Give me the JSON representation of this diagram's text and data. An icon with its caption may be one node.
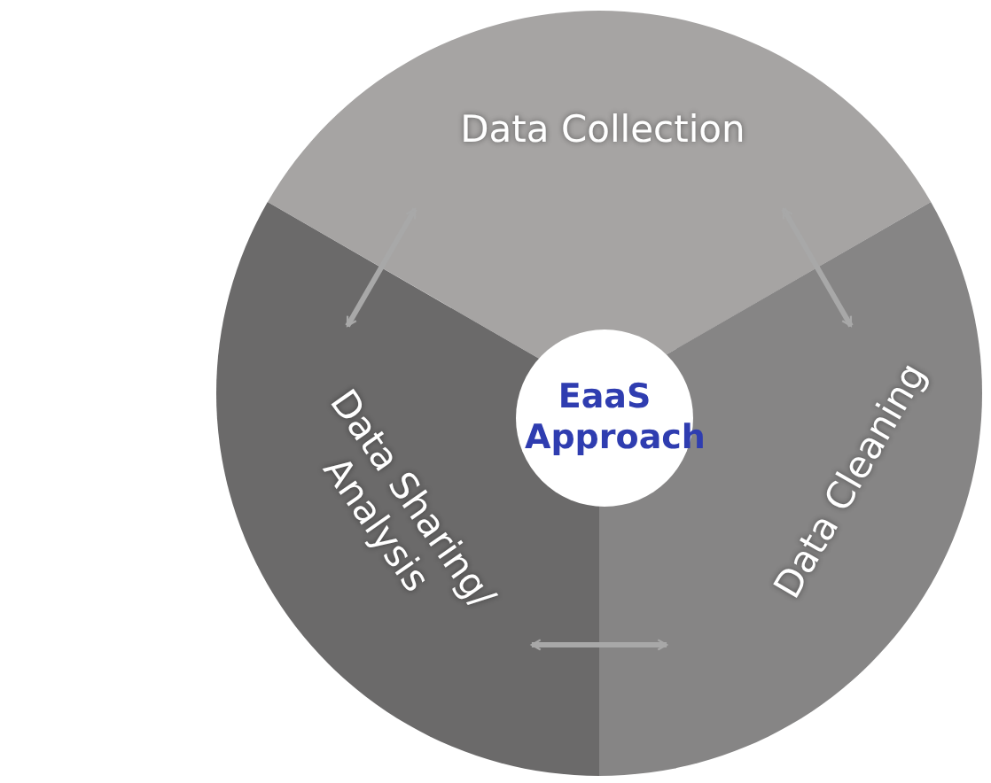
{
  "diagram": {
    "nodes": [
      {
        "text": [
          "Data Collection"
        ]
      },
      {
        "text": [
          "Data Cleaning"
        ]
      },
      {
        "text": [
          "Data Sharing/ Analysis"
        ]
      },
      {
        "text": [
          "EaaS Approach"
        ]
      }
    ],
    "edges": [
      {
        "from": 2,
        "to": 0,
        "arrow": "both"
      },
      {
        "from": 0,
        "to": 1,
        "arrow": "both"
      },
      {
        "from": 1,
        "to": 2,
        "arrow": "both"
      }
    ]
  }
}
